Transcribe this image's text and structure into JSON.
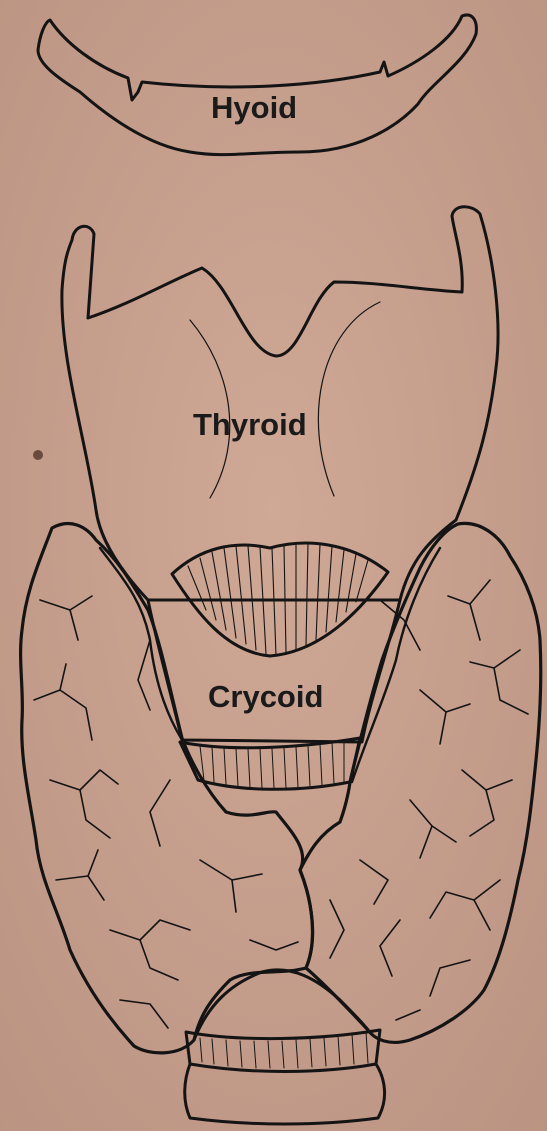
{
  "labels": {
    "hyoid": "Hyoid",
    "thyroid": "Thyroid",
    "crycoid": "Crycoid"
  },
  "colors": {
    "skin": "#c8a08e",
    "line": "#141414",
    "label": "#1a1a1a"
  }
}
